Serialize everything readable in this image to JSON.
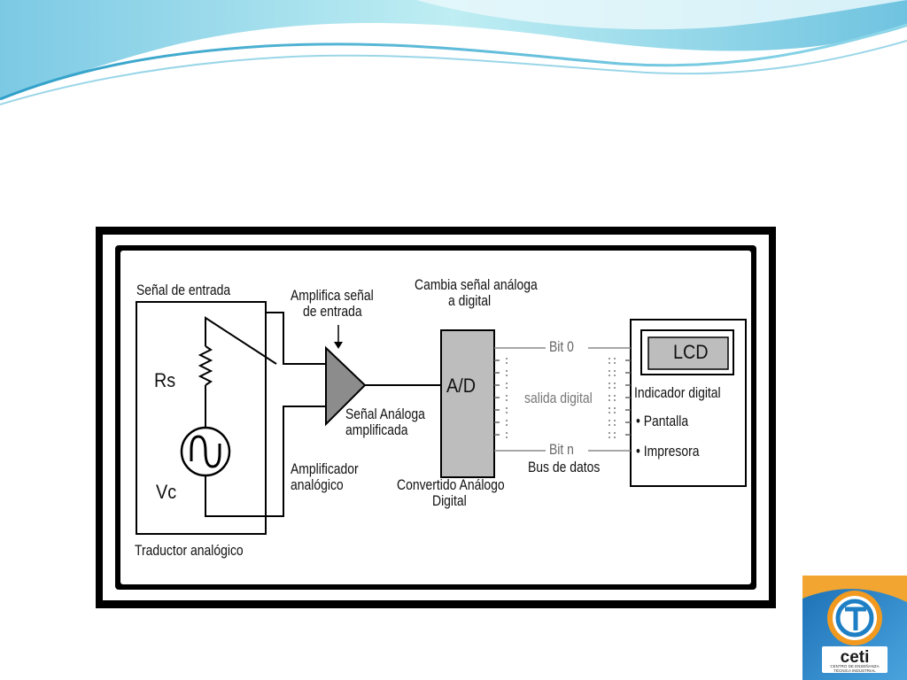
{
  "diagram": {
    "input_title": "Señal de entrada",
    "rs_label": "Rs",
    "vc_label": "Vc",
    "transducer_label": "Traductor analógico",
    "amp_top_line1": "Amplifica señal",
    "amp_top_line2": "de entrada",
    "amp_bottom_line1": "Amplificador",
    "amp_bottom_line2": "analógico",
    "amp_signal_line1": "Señal Análoga",
    "amp_signal_line2": "amplificada",
    "adc_top_line1": "Cambia señal análoga",
    "adc_top_line2": "a digital",
    "adc_label": "A/D",
    "adc_bottom_line1": "Convertido Análogo",
    "adc_bottom_line2": "Digital",
    "bit0_label": "Bit 0",
    "bitn_label": "Bit n",
    "digital_out_label": "salida digital",
    "bus_label": "Bus de datos",
    "lcd_label": "LCD",
    "display_title": "Indicador digital",
    "display_item1": "• Pantalla",
    "display_item2": "• Impresora"
  },
  "logo": {
    "name": "ceti",
    "line1": "CENTRO DE ENSEÑANZA",
    "line2": "TÉCNICA INDUSTRIAL"
  },
  "colors": {
    "wave_light": "#a8e4ee",
    "wave_dark": "#3aa8cc",
    "amp_fill": "#8c8c8c",
    "adc_fill": "#bdbdbd",
    "lcd_fill": "#bdbdbd",
    "logo_orange": "#f29a1f",
    "logo_blue": "#1e7fc4"
  }
}
